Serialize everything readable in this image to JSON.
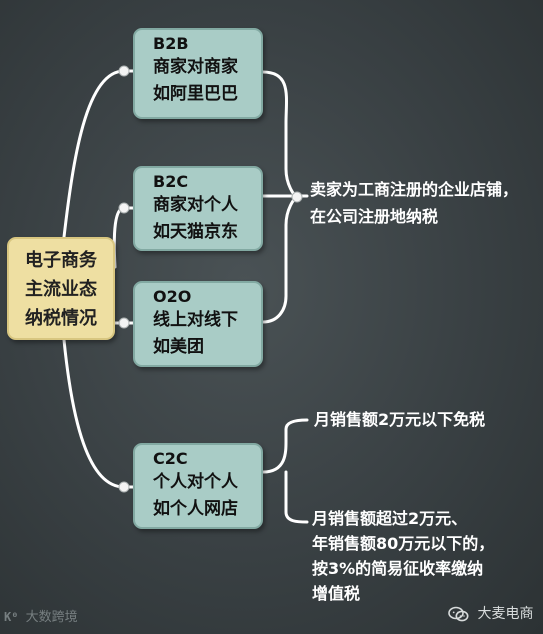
{
  "root": {
    "lines": [
      "电子商务",
      "主流业态",
      "纳税情况"
    ]
  },
  "models": [
    {
      "code": "B2B",
      "lines": [
        "商家对商家",
        "如阿里巴巴"
      ]
    },
    {
      "code": "B2C",
      "lines": [
        "商家对个人",
        "如天猫京东"
      ]
    },
    {
      "code": "O2O",
      "lines": [
        "线上对线下",
        "如美团"
      ]
    },
    {
      "code": "C2C",
      "lines": [
        "个人对个人",
        "如个人网店"
      ]
    }
  ],
  "notes": {
    "company": [
      "卖家为工商注册的企业店铺，",
      "在公司注册地纳税"
    ],
    "small_seller": [
      "月销售额2万元以下免税"
    ],
    "large_seller": [
      "月销售额超过2万元、",
      "年销售额80万元以下的，",
      "按3%的简易征收率缴纳",
      "增值税"
    ]
  },
  "watermarks": {
    "left_logo": "K⁰",
    "left_text": "大数跨境",
    "right_icon": "wechat-icon",
    "right_text": "大麦电商"
  },
  "colors": {
    "background": "#394043",
    "root_fill": "#eedfa2",
    "model_fill": "#a9ccc6",
    "connector": "#ffffff",
    "note_text": "#ffffff"
  }
}
